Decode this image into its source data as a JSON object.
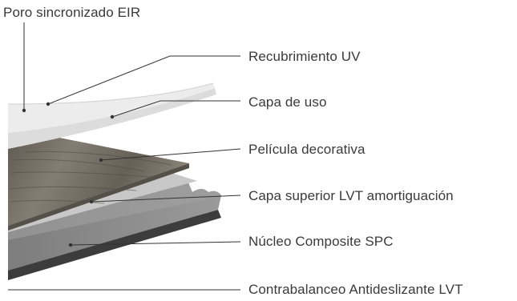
{
  "diagram": {
    "top_label": "Poro sincronizado EIR",
    "layers": [
      {
        "label": "Recubrimiento UV"
      },
      {
        "label": "Capa de uso"
      },
      {
        "label": "Película decorativa"
      },
      {
        "label": "Capa superior LVT amortiguación"
      },
      {
        "label": "Núcleo Composite SPC"
      },
      {
        "label": "Contrabalanceo Antideslizante LVT"
      }
    ]
  },
  "colors": {
    "text": "#3a3a3a",
    "leader_line": "#333333",
    "uv_coating": "#ececec",
    "wear_layer": "#dcdcdc",
    "decor_film": "#6e6a64",
    "top_layer": "#c8c8c8",
    "core": "#8c8c8c",
    "backing": "#3c3c3c"
  }
}
